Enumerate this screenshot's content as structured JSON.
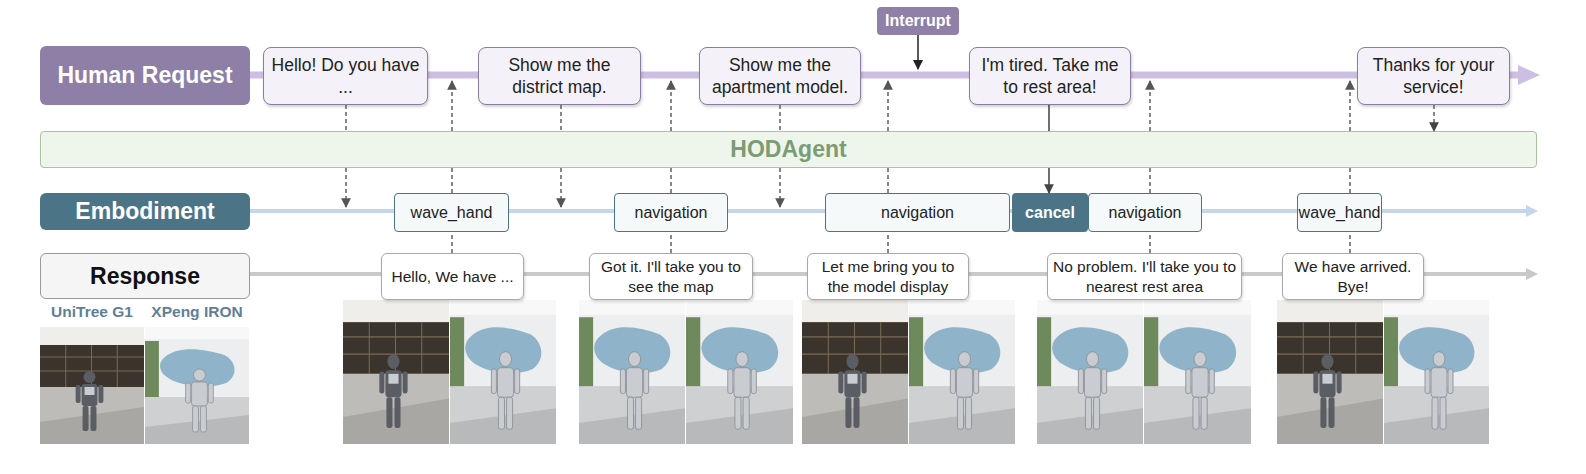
{
  "diagram": {
    "nodes": [
      {
        "text": [
          "Human Request"
        ]
      },
      {
        "text": [
          "Hello! Do you have ..."
        ]
      },
      {
        "text": [
          "Show me the district map."
        ]
      },
      {
        "text": [
          "Show me the apartment model."
        ]
      },
      {
        "text": [
          "Interrupt"
        ]
      },
      {
        "text": [
          "I'm tired. Take me to rest area!"
        ]
      },
      {
        "text": [
          "Thanks for your service!"
        ]
      },
      {
        "text": [
          "HODAgent"
        ]
      },
      {
        "text": [
          "Embodiment"
        ]
      },
      {
        "text": [
          "wave_hand"
        ]
      },
      {
        "text": [
          "navigation"
        ]
      },
      {
        "text": [
          "navigation"
        ]
      },
      {
        "text": [
          "cancel"
        ]
      },
      {
        "text": [
          "navigation"
        ]
      },
      {
        "text": [
          "wave_hand"
        ]
      },
      {
        "text": [
          "Response"
        ]
      },
      {
        "text": [
          "Hello, We have ..."
        ]
      },
      {
        "text": [
          "Got it. I'll take you to see the map"
        ]
      },
      {
        "text": [
          "Let me bring you to the model display"
        ]
      },
      {
        "text": [
          "No problem. I'll take you to nearest rest area"
        ]
      },
      {
        "text": [
          "We have arrived. Bye!"
        ]
      }
    ],
    "edges": [
      {
        "from": 1,
        "to": 7,
        "arrow": "none"
      },
      {
        "from": 2,
        "to": 7,
        "arrow": "none"
      },
      {
        "from": 3,
        "to": 7,
        "arrow": "none"
      },
      {
        "from": 5,
        "to": 7,
        "arrow": "none"
      },
      {
        "from": 7,
        "to": 12,
        "arrow": "to"
      },
      {
        "from": 6,
        "to": 7,
        "arrow": "to"
      },
      {
        "from": 16,
        "to": 9,
        "arrow": "none"
      },
      {
        "from": 9,
        "to": 7,
        "arrow": "none"
      },
      {
        "from": 17,
        "to": 10,
        "arrow": "none"
      },
      {
        "from": 10,
        "to": 7,
        "arrow": "none"
      },
      {
        "from": 18,
        "to": 11,
        "arrow": "none"
      },
      {
        "from": 11,
        "to": 7,
        "arrow": "none"
      },
      {
        "from": 19,
        "to": 13,
        "arrow": "none"
      },
      {
        "from": 13,
        "to": 7,
        "arrow": "none"
      },
      {
        "from": 20,
        "to": 14,
        "arrow": "none"
      },
      {
        "from": 14,
        "to": 7,
        "arrow": "none"
      }
    ],
    "labels": [
      "UniTree G1",
      "XPeng IRON"
    ]
  }
}
